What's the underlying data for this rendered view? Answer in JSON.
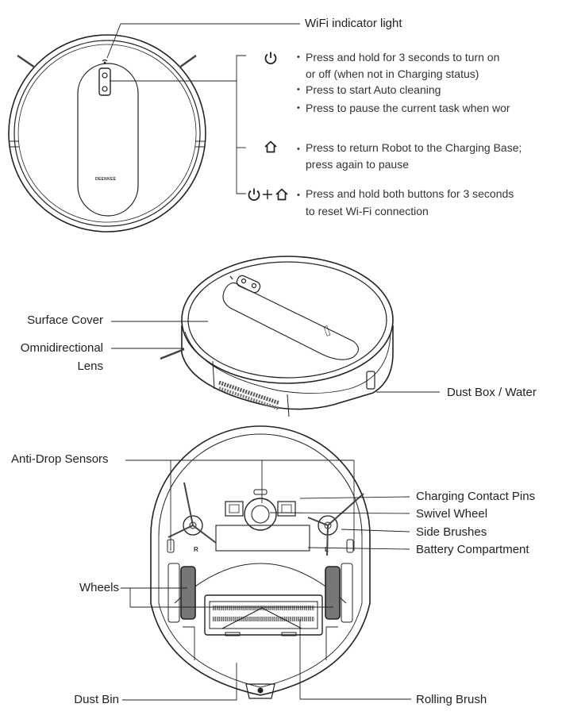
{
  "top_view": {
    "wifi_label": "WiFi indicator light",
    "brand_mark": "DEENKEE",
    "power_button": [
      "Press and hold for 3 seconds to turn on",
      "or off (when not in Charging status)",
      "Press to start Auto cleaning",
      "Press to pause the current task when wor"
    ],
    "home_button": [
      "Press to return Robot to the Charging Base;",
      "press again to pause"
    ],
    "combo_button": [
      "Press and hold both buttons for 3 seconds",
      "to reset Wi-Fi connection"
    ],
    "icons": [
      "power-icon",
      "home-icon",
      "plus-icon"
    ]
  },
  "side_view": {
    "surface_cover": "Surface Cover",
    "lens_line1": "Omnidirectional",
    "lens_line2": "Lens",
    "dust_box": "Dust Box / Water"
  },
  "bottom_view": {
    "anti_drop": "Anti-Drop Sensors",
    "charging_pins": "Charging Contact Pins",
    "swivel_wheel": "Swivel Wheel",
    "side_brushes": "Side Brushes",
    "battery": "Battery Compartment",
    "wheels": "Wheels",
    "dust_bin": "Dust Bin",
    "rolling_brush": "Rolling Brush",
    "wheel_letter_left": "R",
    "wheel_letter_right": "L"
  }
}
